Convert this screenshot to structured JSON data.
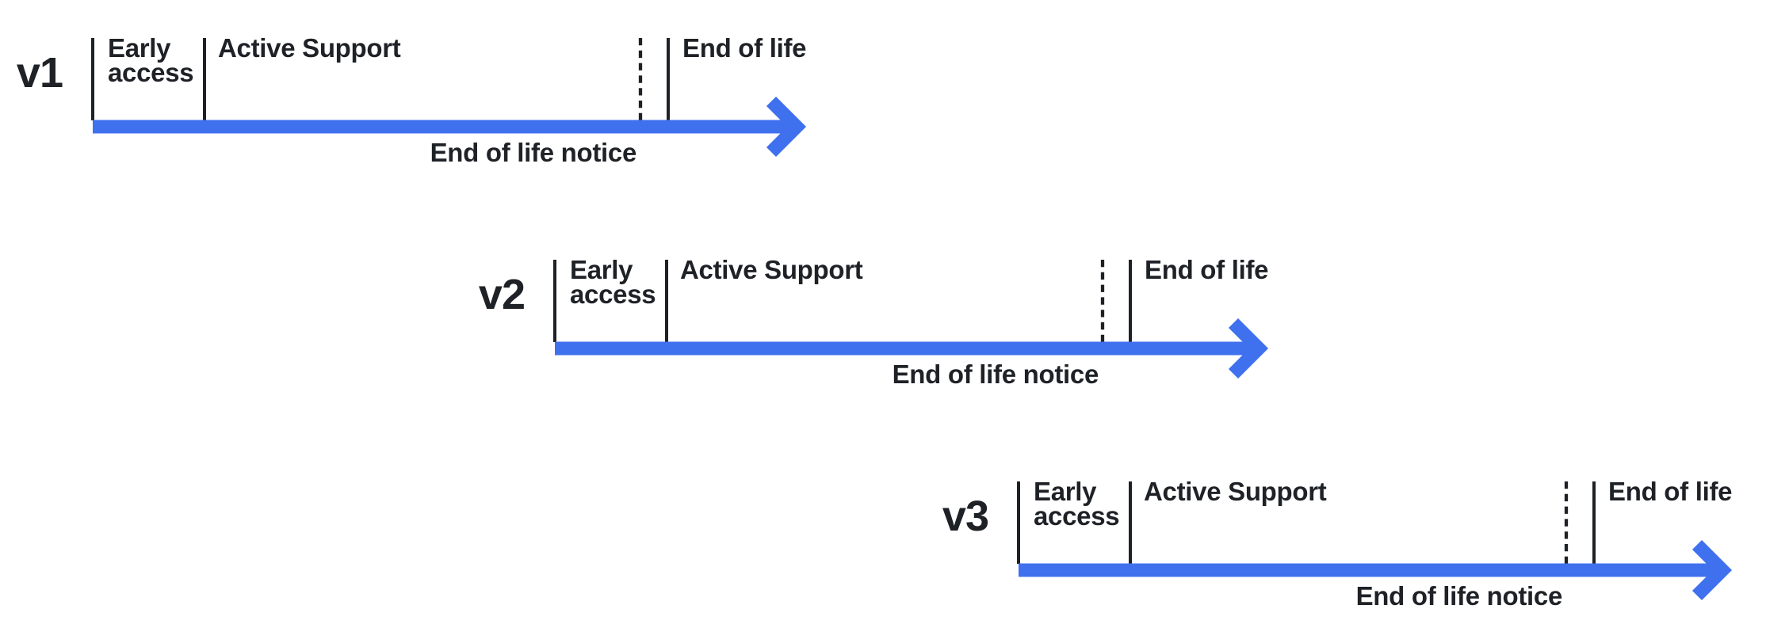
{
  "diagram": {
    "type": "version-lifecycle-timelines",
    "colors": {
      "arrow": "#3F70EE",
      "line": "#1E2126",
      "text": "#1E2126",
      "background": "#FFFFFF"
    },
    "timelines": [
      {
        "version": "v1",
        "early_access": "Early access",
        "active_support": "Active Support",
        "end_of_life": "End of life",
        "end_of_life_notice": "End of life notice"
      },
      {
        "version": "v2",
        "early_access": "Early access",
        "active_support": "Active Support",
        "end_of_life": "End of life",
        "end_of_life_notice": "End of life notice"
      },
      {
        "version": "v3",
        "early_access": "Early access",
        "active_support": "Active Support",
        "end_of_life": "End of life",
        "end_of_life_notice": "End of life notice"
      }
    ]
  }
}
